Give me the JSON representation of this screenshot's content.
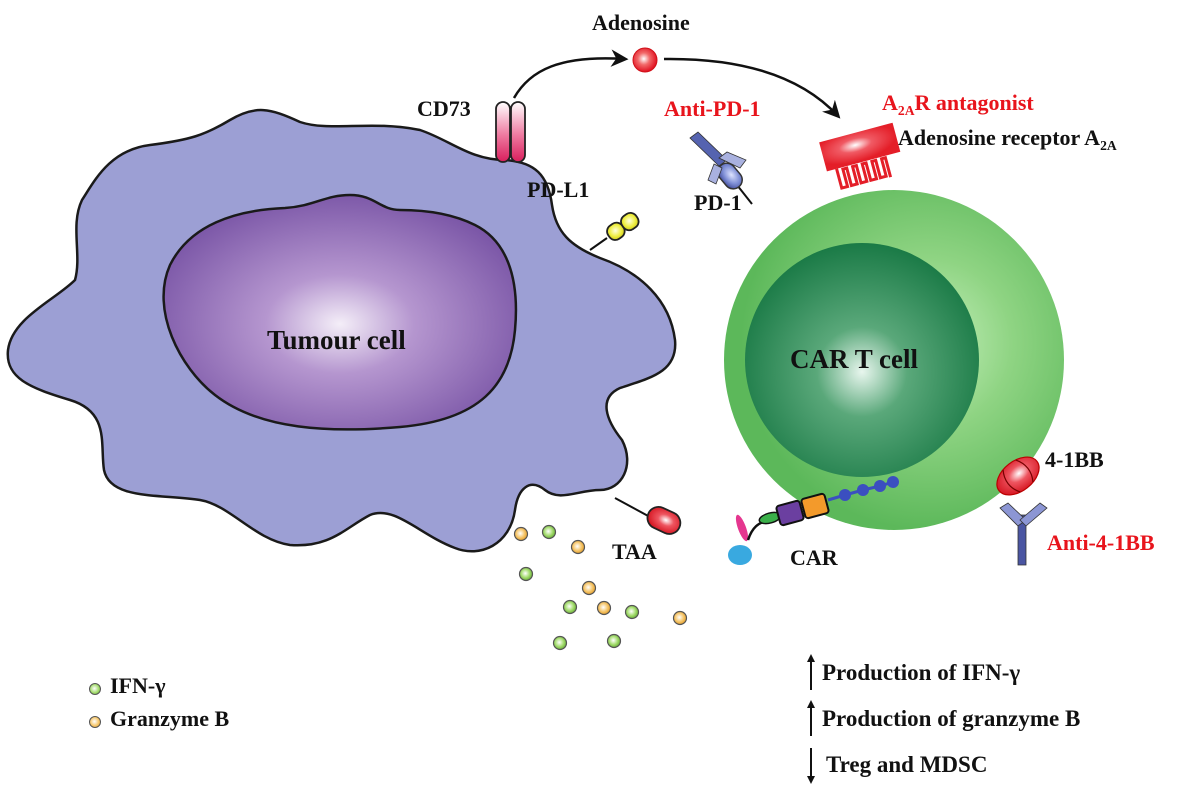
{
  "title": "CAR T cell combination strategies in the tumour microenvironment",
  "cells": {
    "tumour": {
      "label": "Tumour cell",
      "membrane_color": "#9c9fd4",
      "nucleus_color": "#7550a3"
    },
    "car_t": {
      "label": "CAR T cell",
      "membrane_color": "#5cb85a",
      "nucleus_color": "#1a7a46"
    }
  },
  "molecules": {
    "adenosine": "Adenosine",
    "cd73": "CD73",
    "pd_l1": "PD-L1",
    "pd_1": "PD-1",
    "anti_pd_1": "Anti-PD-1",
    "a2ar_antagonist": {
      "prefix": "A",
      "sub": "2A",
      "suffix": "R antagonist"
    },
    "adenosine_receptor": {
      "prefix": "Adenosine receptor A",
      "sub": "2A"
    },
    "four_1bb": "4-1BB",
    "anti_4_1bb": "Anti-4-1BB",
    "taa": "TAA",
    "car": "CAR"
  },
  "legend": [
    {
      "label": "IFN-γ",
      "color": "#7cc443"
    },
    {
      "label": "Granzyme B",
      "color": "#f2a93b"
    }
  ],
  "effects": [
    {
      "direction": "up",
      "label": "Production of IFN-γ"
    },
    {
      "direction": "up",
      "label": "Production of granzyme B"
    },
    {
      "direction": "down",
      "label": "Treg and MDSC"
    }
  ],
  "colors": {
    "accent_red": "#e8141c",
    "antibody_blue": "#4a55a2",
    "pd_l1_yellow": "#e6e31e",
    "cd73_pink": "#e0306a",
    "car_purple": "#6b3fa0",
    "car_orange": "#f39a2b",
    "car_green": "#3ab04a",
    "car_pink": "#e5368f",
    "car_cyan": "#39a9e0"
  },
  "secreted_molecules": {
    "ifn_gamma_count": 6,
    "granzyme_b_count": 5
  }
}
